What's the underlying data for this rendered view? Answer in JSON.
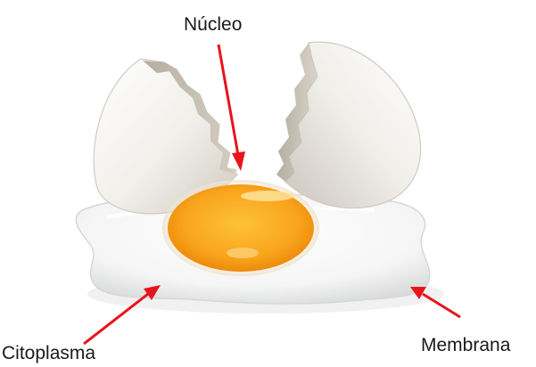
{
  "labels": {
    "nucleus": "Núcleo",
    "cytoplasm": "Citoplasma",
    "membrane": "Membrana"
  },
  "colors": {
    "arrow": "#e8141c",
    "shell_light": "#ffffff",
    "shell_shade": "#d6d3cc",
    "shell_inner": "#b9b1a3",
    "white_light": "#fbfbfa",
    "white_shade": "#dcdedd",
    "yolk_core": "#fbb527",
    "yolk_edge": "#ee8a08"
  }
}
